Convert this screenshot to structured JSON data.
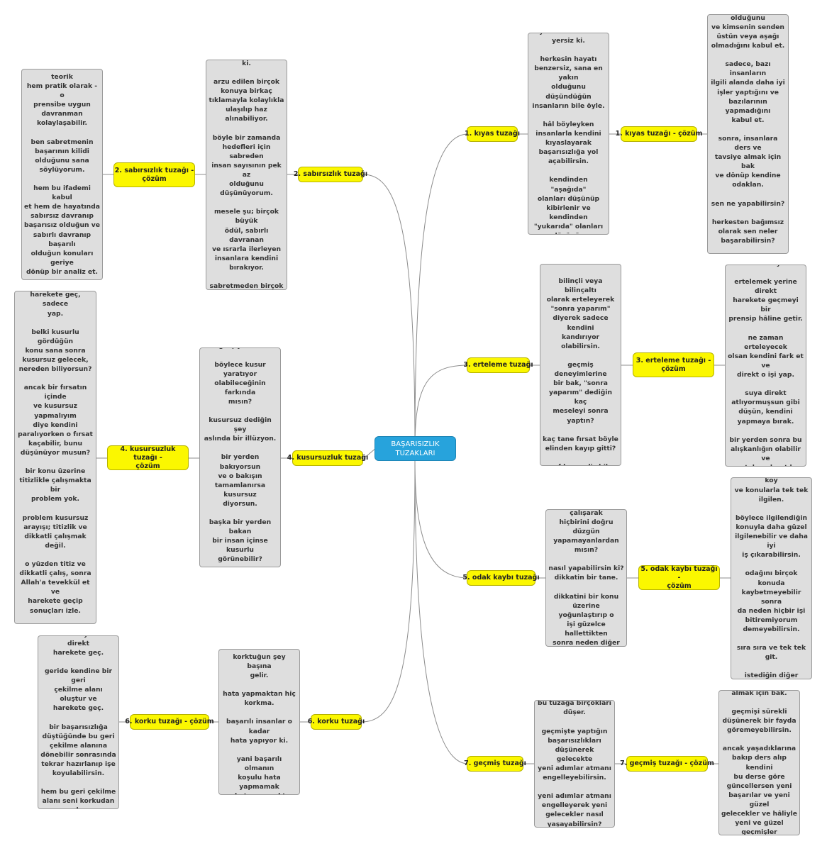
{
  "center": {
    "label": "BAŞARISIZLIK\nTUZAKLARI"
  },
  "branches": [
    {
      "topic": "1. kıyas tuzağı",
      "note": "kendini birileriyle\nkıyaslaman o kadar\nyersiz ki.\n\nherkesin hayatı\nbenzersiz, sana en yakın\nolduğunu düşündüğün\ninsanların bile öyle.\n\nhâl böyleyken\ninsanlarla kendini\nkıyaslayarak\nbaşarısızlığa yol\naçabilirsin.\n\nkendinden \"aşağıda\"\nolanları düşünüp\nkibirlenir ve kendinden\n\"yukarıda\" olanları\ndüşünüp\nendişelenebilirsin.",
      "solution": "1. kıyas tuzağı - çözüm",
      "solution_note": "herkesin benzersiz bir\nhayata sahip olduğunu\nve kimsenin senden\nüstün veya aşağı\nolmadığını kabul et.\n\nsadece, bazı insanların\nilgili alanda daha iyi\nişler yaptığını ve\nbazılarının yapmadığını\nkabul et.\n\nsonra, insanlara ders ve\ntavsiye almak için bak\nve dönüp kendine\nodaklan.\n\nsen ne yapabilirsin?\n\nherkesten bağımsız\nolarak sen neler\nbaşarabilirsin?\n\nbu konuya odaklan ve\nçalışmana devam et."
    },
    {
      "topic": "2. sabırsızlık tuzağı",
      "note": "özelikle çağımızda\nsabretmek o kadar zor\nki.\n\narzu edilen birçok\nkonuya birkaç\ntıklamayla kolaylıkla\nulaşılıp haz alınabiliyor.\n\nböyle bir zamanda\nhedefleri için sabreden\ninsan sayısının pek az\nolduğunu\ndüşünüyorum.\n\nmesele şu; birçok büyük\nödül, sabırlı davranan\nve ısrarla ilerleyen\ninsanlara kendini\nbırakıyor.\n\nsabretmeden birçok\nbüyük hedefe ulaşmak\ngüç.",
      "solution": "2. sabırsızlık tuzağı -\nçözüm",
      "solution_note": "bir prensibi gerçekten\nanlarsan - hem teorik\nhem pratik olarak - o\nprensibe uygun\ndavranman\nkolaylaşabilir.\n\nben sabretmenin\nbaşarının kilidi\nolduğunu sana\nsöylüyorum.\n\nhem bu ifademi kabul\net hem de hayatında\nsabırsız davranıp\nbaşarısız olduğun ve\nsabırlı davranıp başarılı\nolduğun konuları geriye\ndönüp bir analiz et.\n\nsonuçlar sana sabrı\nteşvik edebilir."
    },
    {
      "topic": "3. erteleme tuzağı",
      "note": "erteleyerek başarılı\nolduğunu sanan birçok\ninsan var.\n\nbilinçli veya bilinçaltı\nolarak erteleyerek\n\"sonra yaparım\"\ndiyerek sadece kendini\nkandırıyor olabilirsin.\n\ngeçmiş deneyimlerine\nbir bak, \"sonra\nyaparım\" dediğin kaç\nmeseleyi sonra yaptın?\n\nkaç tane fırsat böyle\nelinden kayıp gitti?\n\nsırf bu analiz bile seni\nharekete geçmeye\nteşvik edebilir.",
      "solution": "3. erteleme tuzağı -\nçözüm",
      "solution_note": "erteledikçe birçok\nfırsatın kaçtığını\nanlamanı istiyorum.\n\nertelemek yerine direkt\nharekete geçmeyi bir\nprensip hâline getir.\n\nne zaman erteleyecek\nolsan kendini fark et ve\ndirekt o işi yap.\n\nsuya direkt\natlıyormuşsun gibi\ndüşün, kendini\nyapmaya bırak.\n\nbir yerden sonra bu\nalışkanlığın olabilir ve\nertelemek artık sana\nzor görünebilir."
    },
    {
      "topic": "4. kusursuzluk tuzağı",
      "note": "her şey mükemmel\nolsun, kusursuz olsun\ndiye mi uğraşıyorsun?\n\nböylece kusur yaratıyor\nolabileceğinin farkında\nmısın?\n\nkusursuz dediğin şey\naslında bir illüzyon.\n\nbir yerden bakıyorsun\nve o bakışın\ntamamlanırsa kusursuz\ndiyorsun.\n\nbaşka bir yerden bakan\nbir insan içinse kusurlu\ngörünebilir?\n\nsense kusursuz\nolacağım derken\nkendini paralayabilirsin.",
      "solution": "4. kusursuzluk tuzağı -\nçözüm",
      "solution_note": "kusurlu veya kusursuz\ndüşünme.\n\nharekete geç, sadece\nyap.\n\nbelki kusurlu gördüğün\nkonu sana sonra\nkusursuz gelecek,\nnereden biliyorsun?\n\nancak bir fırsatın içinde\nve kusursuz yapmalıyım\ndiye kendini\nparalıyorken o fırsat\nkaçabilir, bunu\ndüşünüyor musun?\n\nbir konu üzerine\ntitizlikle çalışmakta bir\nproblem yok.\n\nproblem kusursuz\narayışı; titizlik ve\ndikkatli çalışmak değil.\n\no yüzden titiz ve\ndikkatli çalış, sonra\nAllah'a tevekkül et ve\nharekete geçip\nsonuçları izle.\n\nsonuçlara göre de\nkendini güncellemeyi\nunutma."
    },
    {
      "topic": "5. odak kaybı tuzağı",
      "note": "birden fazla işi aynı\nanda yapmaya çalışarak\nhiçbirini doğru düzgün\nyapamayanlardan\nmısın?\n\nnasıl yapabilirsin ki?\ndikkatin bir tane.\n\ndikkatini bir konu\nüzerine yoğunlaştırıp o\nişi güzelce hallettikten\nsonra neden diğer\nkonuya geçmiyorsun?",
      "solution": "5. odak kaybı tuzağı -\nçözüm",
      "solution_note": "her şeyi bir anda yapma\nisteğini bir kenara koy\nve konularla tek tek\nilgilen.\n\nböylece ilgilendiğin\nkonuyla daha güzel\nilgilenebilir ve daha iyi\niş çıkarabilirsin.\n\nodağını birçok konuda\nkaybetmeyebilir sonra\nda neden hiçbir işi\nbitiremiyorum\ndemeyebilirsin.\n\nsıra sıra ve tek tek git.\n\nistediğin diğer konulara\nda sıra gelecektir,\nmerak etme."
    },
    {
      "topic": "6. korku tuzağı",
      "note": "korku...\n\nkorktuğun şey başına\ngelir.\n\nhata yapmaktan hiç\nkorkma.\n\nbaşarılı insanlar o kadar\nhata yapıyor ki.\n\nyani başarılı olmanın\nkoşulu hata yapmamak\nve hata yapmaktan\nkorkmak değil.",
      "solution": "6. korku tuzağı - çözüm",
      "solution_note": "hata yapmaktan\nkorkmak yerine direkt\nharekete geç.\n\ngeride kendine bir geri\nçekilme alanı oluştur ve\nharekete geç.\n\nbir başarısızlığa\ndüştüğünde bu geri\nçekilme alanına\ndönebilir sonrasında\ntekrar hazırlanıp işe\nkoyulabilirsin.\n\nhem bu geri çekilme\nalanı seni korkudan da\nuzaklaştırabilir."
    },
    {
      "topic": "7. geçmiş tuzağı",
      "note": "bu tuzağa birçokları\ndüşer.\n\ngeçmişte yaptığın\nbaşarısızlıkları\ndüşünerek gelecekte\nyeni adımlar atmanı\nengelleyebilirsin.\n\nyeni adımlar atmanı\nengelleyerek yeni\ngelecekler nasıl\nyaşayabilirsin?",
      "solution": "7. geçmiş tuzağı - çözüm",
      "solution_note": "artık geçmişe ders\nalmak için bak.\n\ngeçmişi sürekli\ndüşünerek bir fayda\ngöremeyebilirsin.\n\nancak yaşadıklarına\nbakıp ders alıp kendini\nbu derse göre\ngüncellersen yeni\nbaşarılar ve yeni güzel\ngelecekler ve hâliyle\nyeni ve güzel geçmişler\nüretebilirsin."
    }
  ]
}
